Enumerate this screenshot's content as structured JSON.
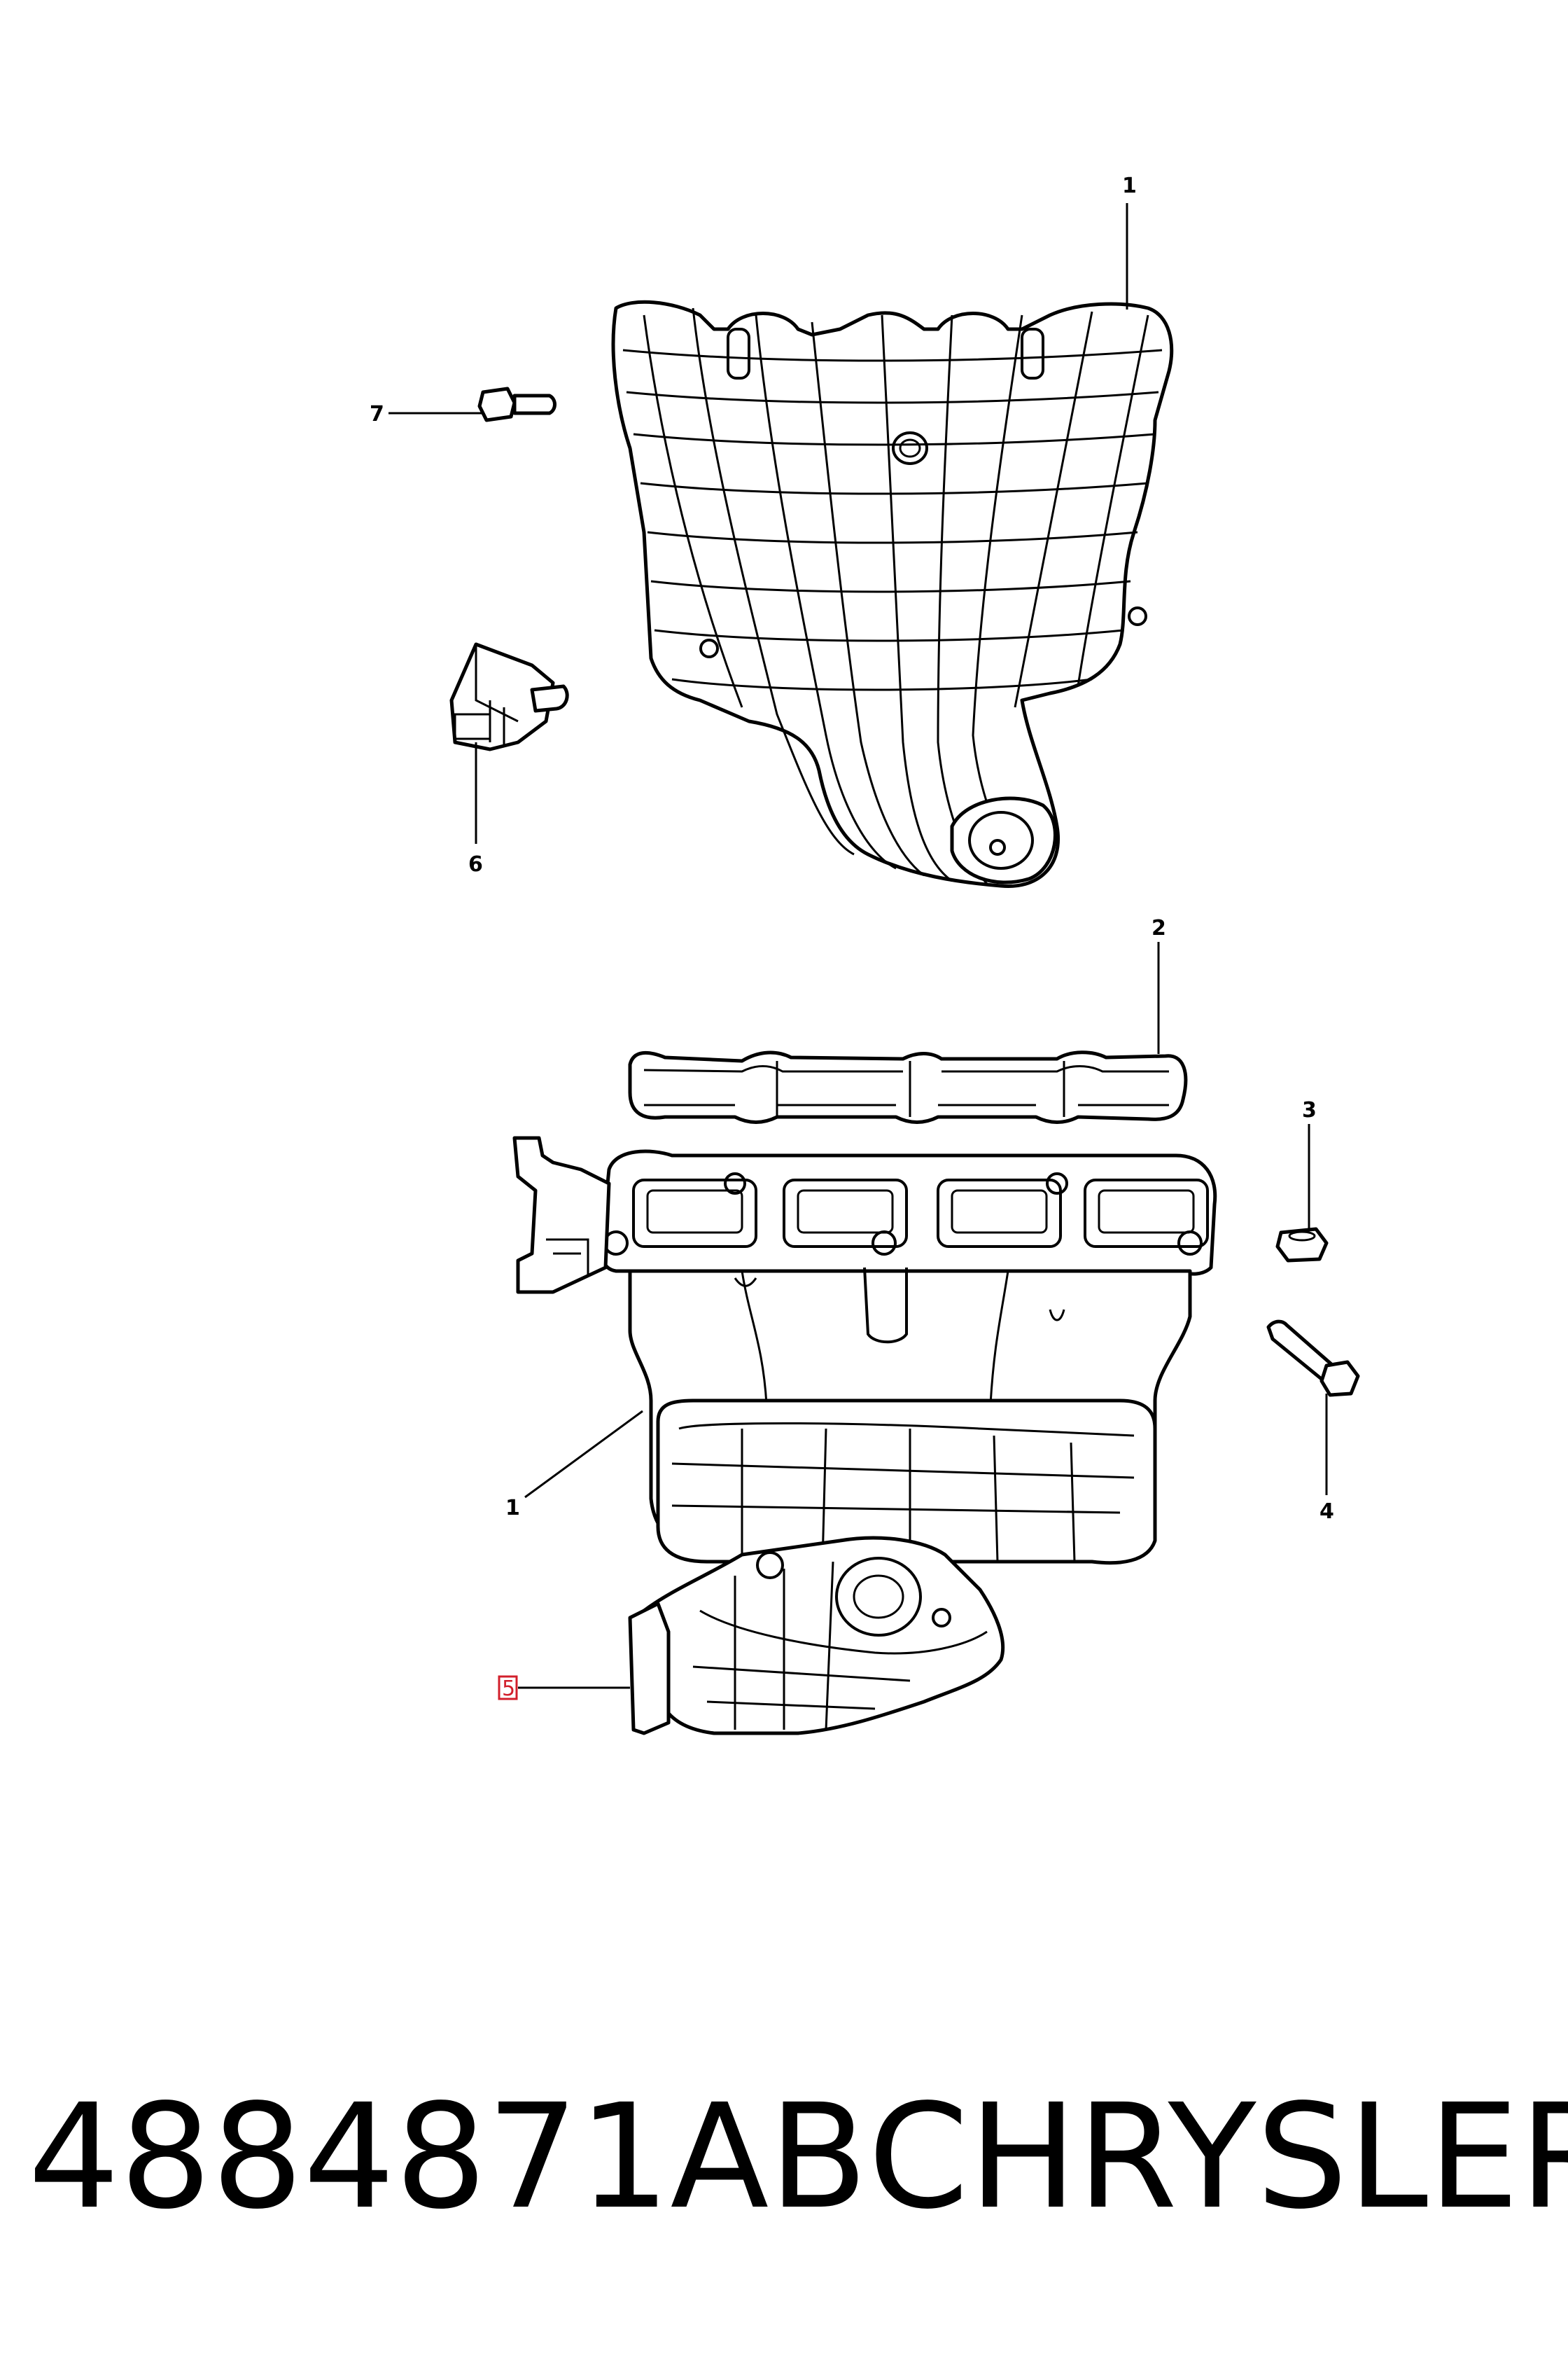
{
  "callouts": {
    "c1_top": "1",
    "c2": "2",
    "c3": "3",
    "c4": "4",
    "c1_bottom": "1",
    "c5": "5",
    "c6": "6",
    "c7": "7"
  },
  "footer": {
    "part_number": "4884871AB",
    "brand": "CHRYSLER"
  },
  "colors": {
    "line": "#000000",
    "highlight_box": "#d21f2b",
    "background": "#ffffff"
  }
}
